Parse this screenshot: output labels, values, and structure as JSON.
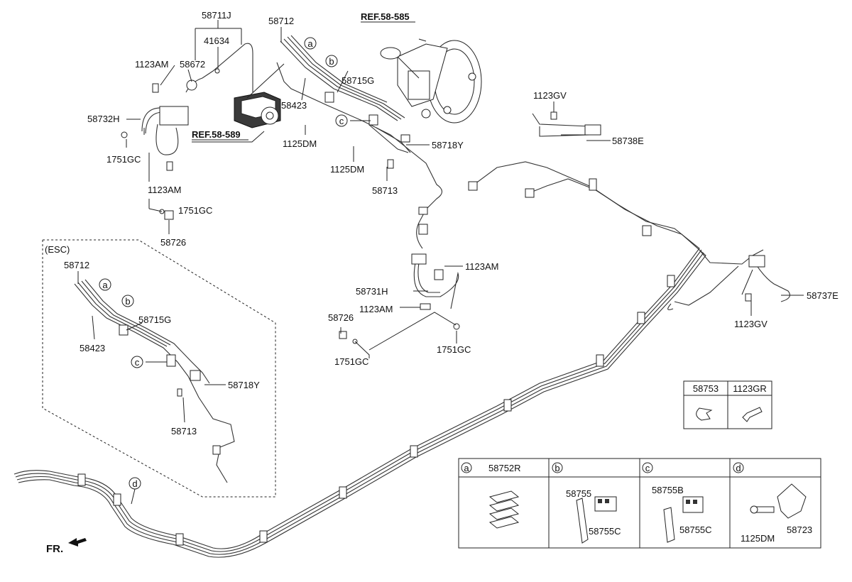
{
  "refs": {
    "booster": "REF.58-585",
    "abs_module": "REF.58-589"
  },
  "labels": {
    "p58711J": "58711J",
    "p41634": "41634",
    "p58672": "58672",
    "p58712_top": "58712",
    "p1123AM_a": "1123AM",
    "p58732H": "58732H",
    "p1751GC_a": "1751GC",
    "p1123AM_b": "1123AM",
    "p1751GC_b": "1751GC",
    "p58726_a": "58726",
    "p58423_top": "58423",
    "p58715G_top": "58715G",
    "p1125DM_a": "1125DM",
    "p1125DM_b": "1125DM",
    "p58713_top": "58713",
    "p58718Y_top": "58718Y",
    "p1123GV_a": "1123GV",
    "p58738E": "58738E",
    "p1123AM_c": "1123AM",
    "p58731H": "58731H",
    "p1123AM_d": "1123AM",
    "p58726_b": "58726",
    "p1751GC_c": "1751GC",
    "p1751GC_d": "1751GC",
    "p58737E": "58737E",
    "p1123GV_b": "1123GV",
    "esc_title": "(ESC)",
    "esc_58712": "58712",
    "esc_58423": "58423",
    "esc_58715G": "58715G",
    "esc_58718Y": "58718Y",
    "esc_58713": "58713",
    "fr": "FR."
  },
  "callouts": {
    "a": "a",
    "b": "b",
    "c": "c",
    "d": "d"
  },
  "small_table": {
    "col1": "58753",
    "col2": "1123GR"
  },
  "legend_table": {
    "a_key": "a",
    "a_part": "58752R",
    "b_key": "b",
    "b_part1": "58755",
    "b_part2": "58755C",
    "c_key": "c",
    "c_part1": "58755B",
    "c_part2": "58755C",
    "d_key": "d",
    "d_part1": "1125DM",
    "d_part2": "58723"
  }
}
